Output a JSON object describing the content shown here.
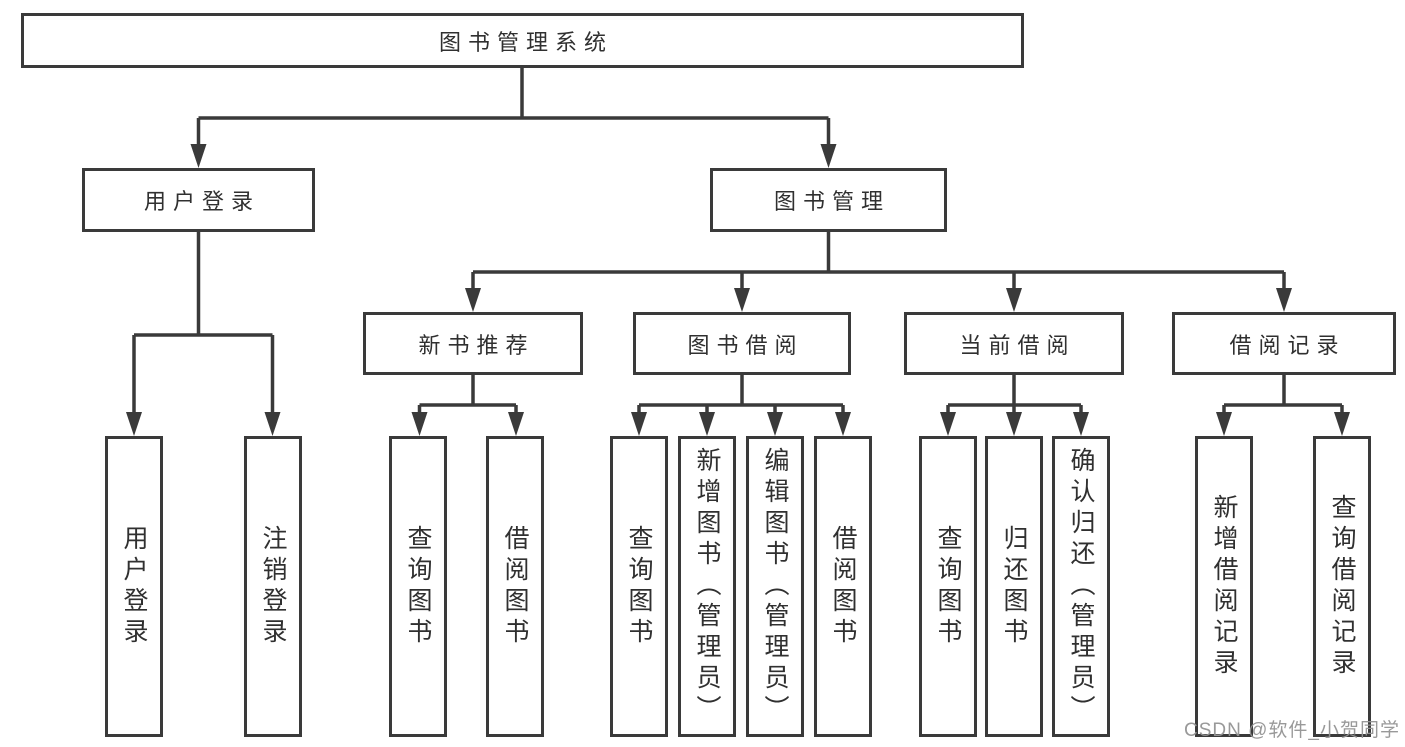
{
  "tree": {
    "root": {
      "label": "图书管理系统"
    },
    "children": [
      {
        "label": "用户登录",
        "children": [
          {
            "label": "用户登录"
          },
          {
            "label": "注销登录"
          }
        ]
      },
      {
        "label": "图书管理",
        "children": [
          {
            "label": "新书推荐",
            "children": [
              {
                "label": "查询图书"
              },
              {
                "label": "借阅图书"
              }
            ]
          },
          {
            "label": "图书借阅",
            "children": [
              {
                "label": "查询图书"
              },
              {
                "label": "新增图书（管理员）"
              },
              {
                "label": "编辑图书（管理员）"
              },
              {
                "label": "借阅图书"
              }
            ]
          },
          {
            "label": "当前借阅",
            "children": [
              {
                "label": "查询图书"
              },
              {
                "label": "归还图书"
              },
              {
                "label": "确认归还（管理员）"
              }
            ]
          },
          {
            "label": "借阅记录",
            "children": [
              {
                "label": "新增借阅记录"
              },
              {
                "label": "查询借阅记录"
              }
            ]
          }
        ]
      }
    ]
  },
  "watermark": {
    "text": "CSDN @软件_小贺同学"
  },
  "colors": {
    "line": "#3a3a3a",
    "box_border": "#3a3a3a",
    "text": "#303030",
    "watermark": "#949494",
    "background": "#ffffff"
  }
}
